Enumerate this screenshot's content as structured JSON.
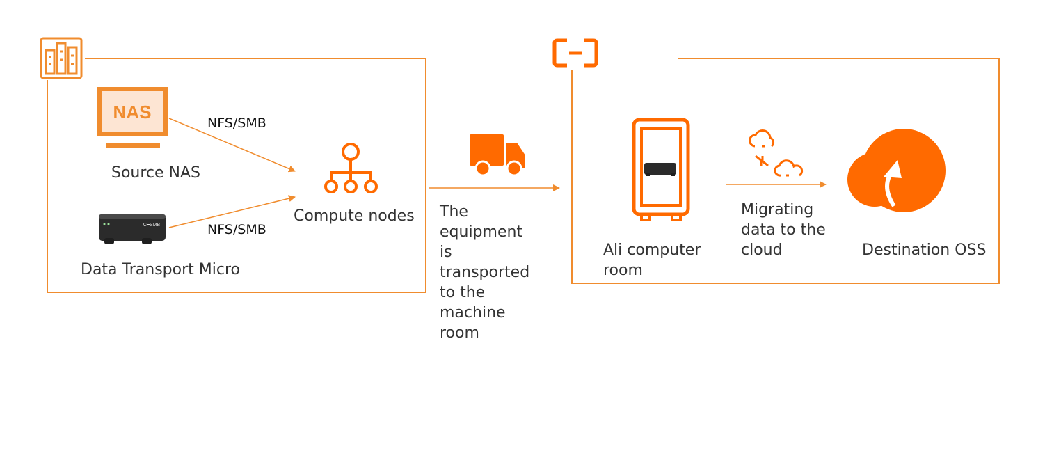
{
  "source_site": {
    "nas_icon_text": "NAS",
    "source_nas_label": "Source NAS",
    "device_label": "Data Transport Micro",
    "compute_label": "Compute nodes",
    "protocol_top": "NFS/SMB",
    "protocol_bottom": "NFS/SMB",
    "device_badge": "C━SMB"
  },
  "transport": {
    "caption_lines": [
      "The",
      "equipment",
      "is",
      "transported",
      "to the",
      "machine",
      "room"
    ]
  },
  "cloud_site": {
    "room_label_lines": [
      "Ali computer",
      "room"
    ],
    "migrate_label_lines": [
      "Migrating",
      "data to the",
      "cloud"
    ],
    "destination_label": "Destination OSS"
  },
  "colors": {
    "accent": "#f08c2e",
    "accent_strong": "#ff6a00",
    "nas_fill": "#fde5d3",
    "device_dark": "#2b2b2b"
  },
  "icons": [
    "server-rack-icon",
    "alibaba-cloud-logo-icon",
    "nas-monitor-icon",
    "transport-device-icon",
    "compute-nodes-icon",
    "truck-icon",
    "computer-room-icon",
    "cloud-sync-icon",
    "oss-cloud-upload-icon"
  ]
}
